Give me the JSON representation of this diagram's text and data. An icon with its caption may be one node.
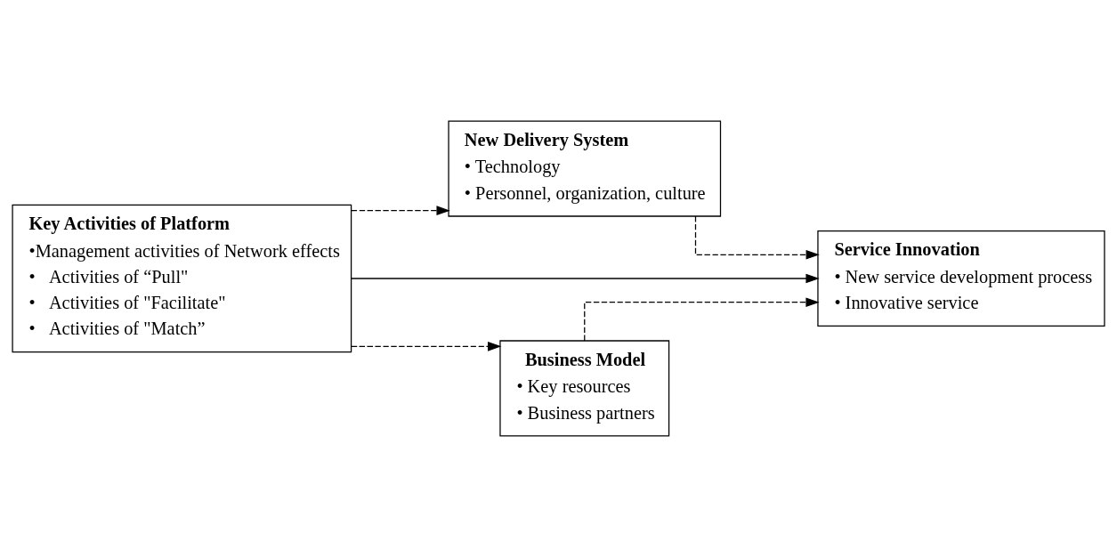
{
  "diagram": {
    "nodes": [
      {
        "text": [
          "Key Activities of Platform",
          "•Management activities of Network effects",
          "•   Activities of “Pull\"",
          "•   Activities of \"Facilitate\"",
          "•   Activities of \"Match”"
        ]
      },
      {
        "text": [
          "New Delivery System",
          "• Technology",
          "• Personnel, organization, culture"
        ]
      },
      {
        "text": [
          "Service Innovation",
          "• New service development process",
          "• Innovative service"
        ]
      },
      {
        "text": [
          "Business Model",
          "• Key resources",
          "• Business partners"
        ]
      }
    ],
    "edges": [
      {
        "from": 0,
        "to": 1,
        "arrow": "to",
        "style": "dashed"
      },
      {
        "from": 1,
        "to": 2,
        "arrow": "to",
        "style": "dashed"
      },
      {
        "from": 0,
        "to": 2,
        "arrow": "to"
      },
      {
        "from": 0,
        "to": 3,
        "arrow": "to",
        "style": "dashed"
      },
      {
        "from": 3,
        "to": 2,
        "arrow": "to",
        "style": "dashed"
      }
    ]
  }
}
